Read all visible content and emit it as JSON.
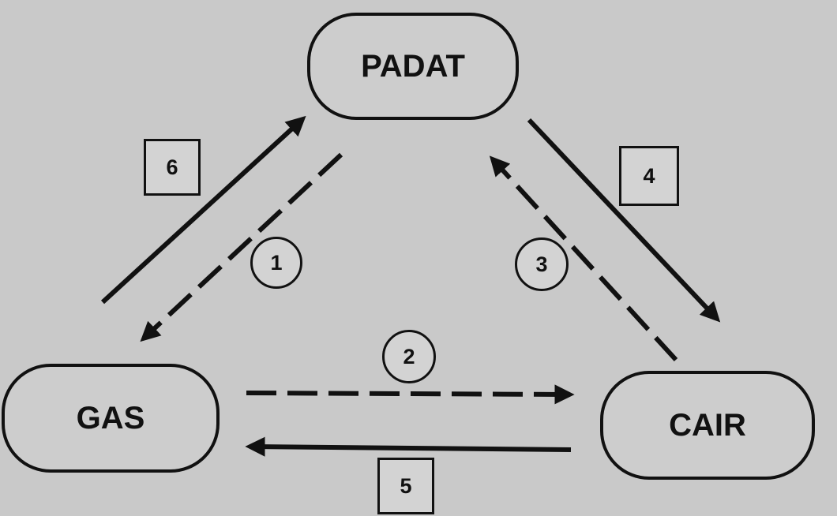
{
  "states": {
    "padat": "PADAT",
    "gas": "GAS",
    "cair": "CAIR"
  },
  "labels": {
    "l1": "1",
    "l2": "2",
    "l3": "3",
    "l4": "4",
    "l5": "5",
    "l6": "6"
  },
  "colors": {
    "background": "#c9c9c9",
    "ink": "#111111"
  }
}
